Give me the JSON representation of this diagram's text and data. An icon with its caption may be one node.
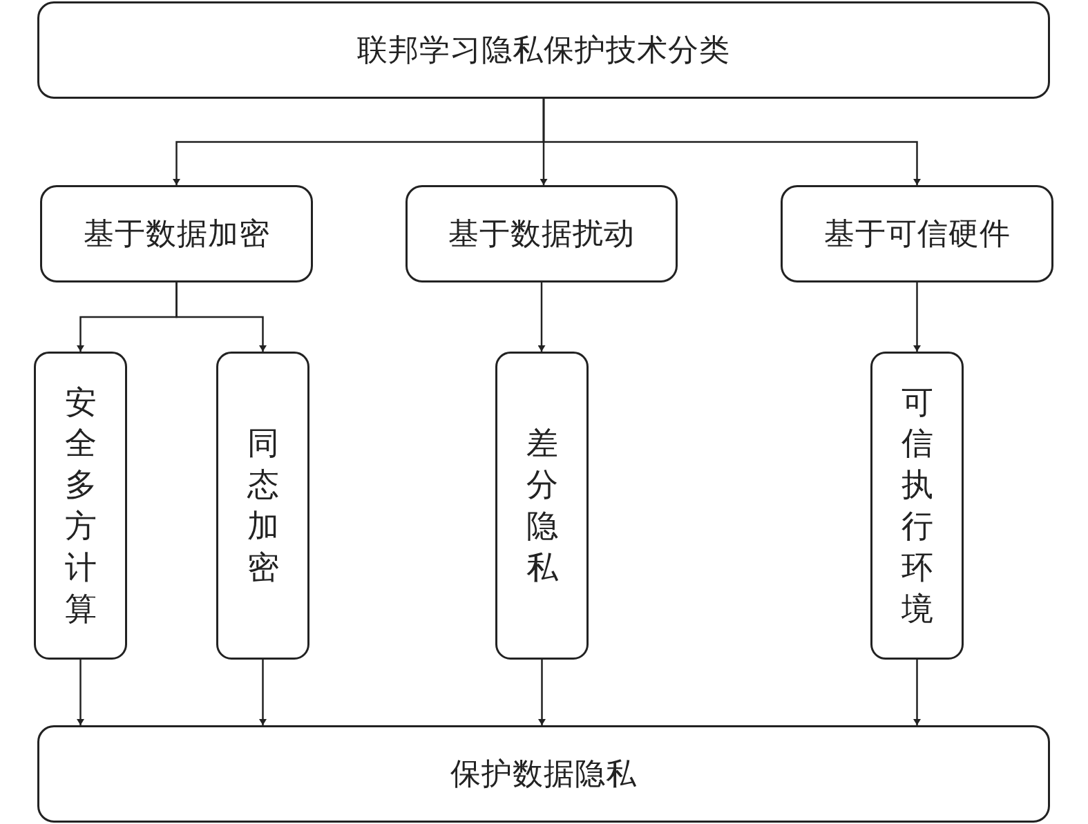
{
  "diagram": {
    "nodes": [
      {
        "text": [
          "联邦学习隐私保护技术分类"
        ]
      },
      {
        "text": [
          "基于数据加密"
        ]
      },
      {
        "text": [
          "基于数据扰动"
        ]
      },
      {
        "text": [
          "基于可信硬件"
        ]
      },
      {
        "text": [
          "安全多方计算"
        ]
      },
      {
        "text": [
          "同态加密"
        ]
      },
      {
        "text": [
          "差分隐私"
        ]
      },
      {
        "text": [
          "可信执行环境"
        ]
      },
      {
        "text": [
          "保护数据隐私"
        ]
      }
    ],
    "edges": [
      {
        "from": 0,
        "to": 1,
        "arrow": "to"
      },
      {
        "from": 0,
        "to": 2,
        "arrow": "to"
      },
      {
        "from": 0,
        "to": 3,
        "arrow": "to"
      },
      {
        "from": 1,
        "to": 4,
        "arrow": "to"
      },
      {
        "from": 1,
        "to": 5,
        "arrow": "to"
      },
      {
        "from": 2,
        "to": 6,
        "arrow": "to"
      },
      {
        "from": 3,
        "to": 7,
        "arrow": "to"
      },
      {
        "from": 4,
        "to": 8,
        "arrow": "to"
      },
      {
        "from": 5,
        "to": 8,
        "arrow": "to"
      },
      {
        "from": 6,
        "to": 8,
        "arrow": "to"
      },
      {
        "from": 7,
        "to": 8,
        "arrow": "to"
      }
    ]
  }
}
